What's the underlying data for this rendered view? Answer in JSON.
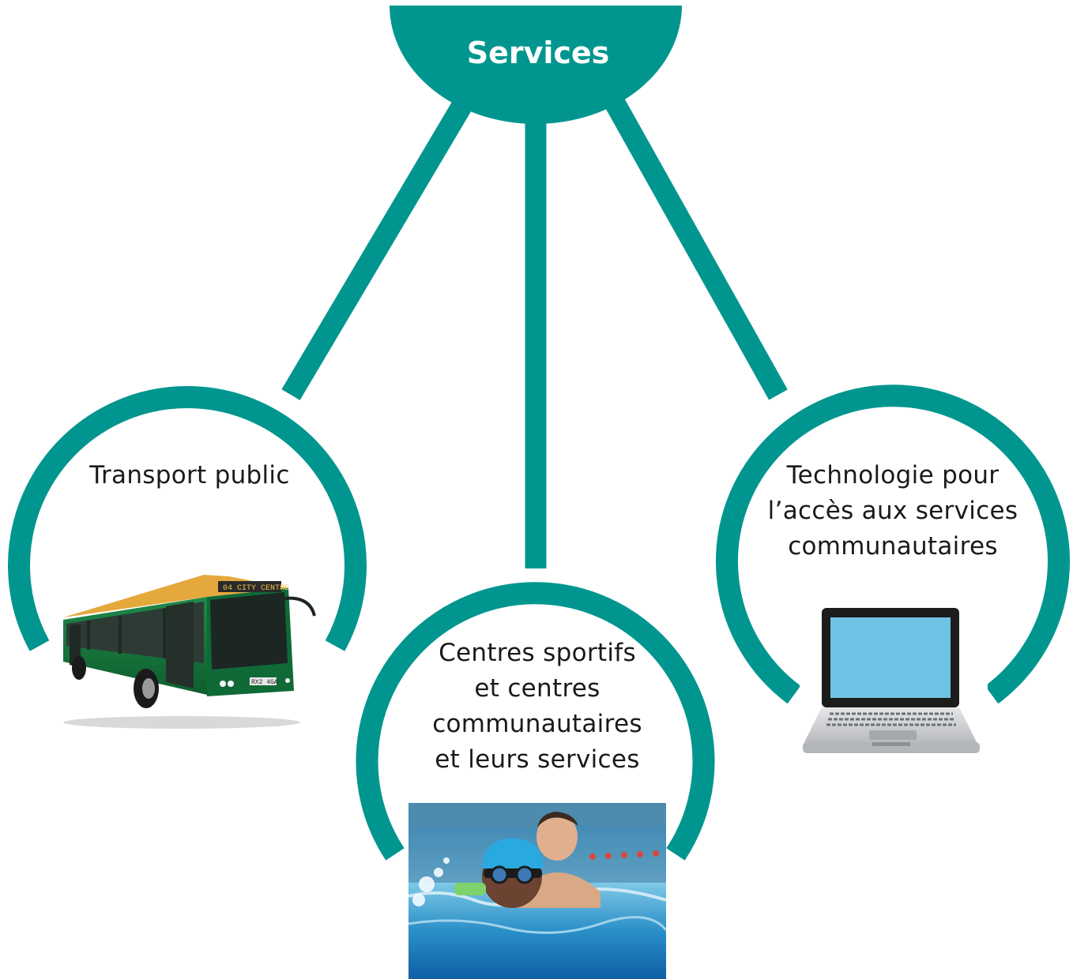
{
  "diagram": {
    "title": "Services",
    "accent_color": "#00968f",
    "nodes": [
      {
        "label": "Transport public",
        "image": "bus-icon"
      },
      {
        "label": "Centres sportifs\net centres\ncommunautaires\net leurs services",
        "image": "swimming-pool-photo"
      },
      {
        "label": "Technologie pour\nl’accès aux services\ncommunautaires",
        "image": "laptop-icon"
      }
    ],
    "bus": {
      "route_sign": "04  CITY CENTRE",
      "plate": "RX2 4GA"
    }
  }
}
